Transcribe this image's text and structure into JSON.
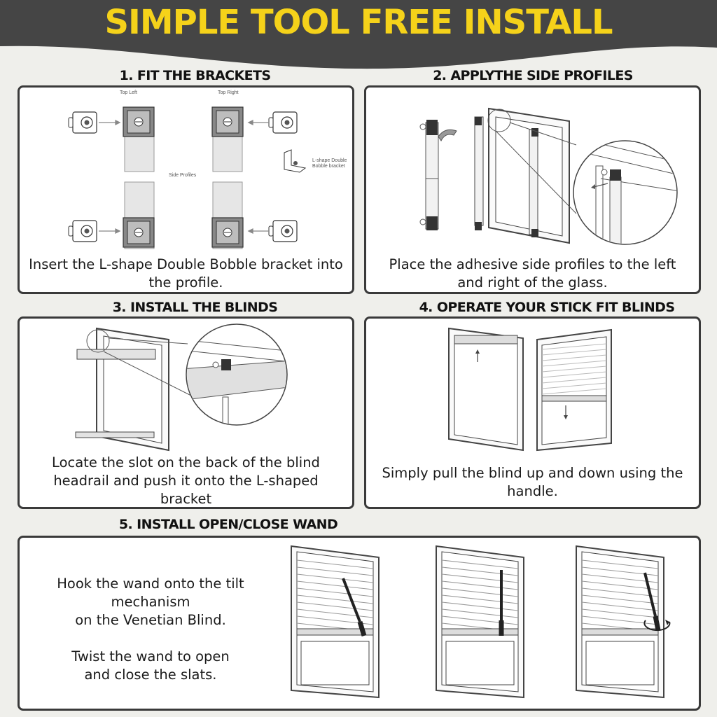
{
  "header": {
    "title": "SIMPLE TOOL FREE INSTALL"
  },
  "steps": [
    {
      "title": "1. FIT THE BRACKETS",
      "caption": "Insert the L-shape Double Bobble bracket into the profile.",
      "labels": {
        "top_left": "Top Left",
        "top_right": "Top Right",
        "side_profiles": "Side Profiles",
        "bracket_line1": "L-shape Double",
        "bracket_line2": "Bobble bracket"
      }
    },
    {
      "title": "2. APPLYTHE SIDE PROFILES",
      "caption": "Place the adhesive side profiles to the left and right of the glass."
    },
    {
      "title": "3. INSTALL THE BLINDS",
      "caption": "Locate the slot on the back of the blind headrail and push it onto the L-shaped bracket"
    },
    {
      "title": "4. OPERATE YOUR STICK FIT BLINDS",
      "caption": "Simply pull the blind up and down using the handle."
    },
    {
      "title": "5. INSTALL OPEN/CLOSE WAND",
      "caption_1": "Hook the wand onto the tilt\nmechanism\non the Venetian Blind.",
      "caption_2": "Twist the wand to open\nand close the slats."
    }
  ],
  "colors": {
    "header_bg": "#454545",
    "header_text": "#f5d21a",
    "page_bg": "#efefeb",
    "panel_border": "#3a3a3a"
  }
}
